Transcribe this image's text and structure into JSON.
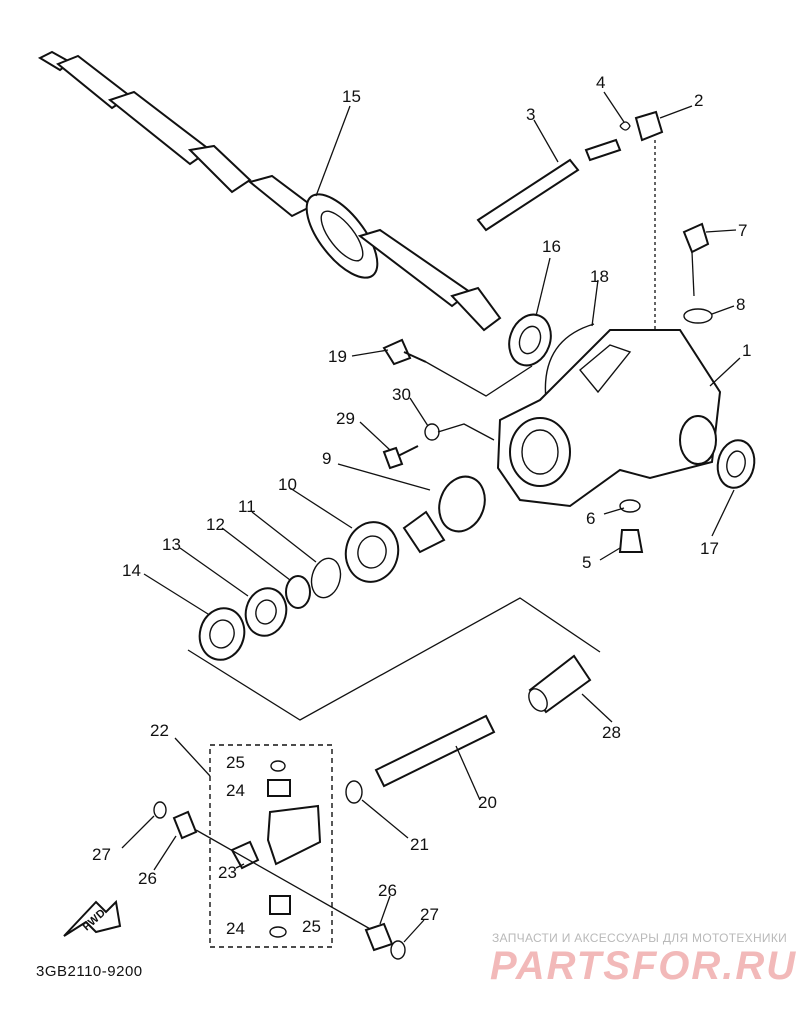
{
  "diagram": {
    "code": "3GB2110-9200",
    "fwd_label": "FWD",
    "group_label": "22",
    "callouts": [
      "1",
      "2",
      "3",
      "4",
      "5",
      "6",
      "7",
      "8",
      "9",
      "10",
      "11",
      "12",
      "13",
      "14",
      "15",
      "16",
      "17",
      "18",
      "19",
      "20",
      "21",
      "23",
      "24",
      "24",
      "25",
      "25",
      "26",
      "26",
      "27",
      "27",
      "28",
      "29",
      "30"
    ]
  },
  "watermark": {
    "tagline": "ЗАПЧАСТИ И АКСЕССУАРЫ ДЛЯ МОТОТЕХНИКИ",
    "brand": "PARTSFOR.RU"
  }
}
